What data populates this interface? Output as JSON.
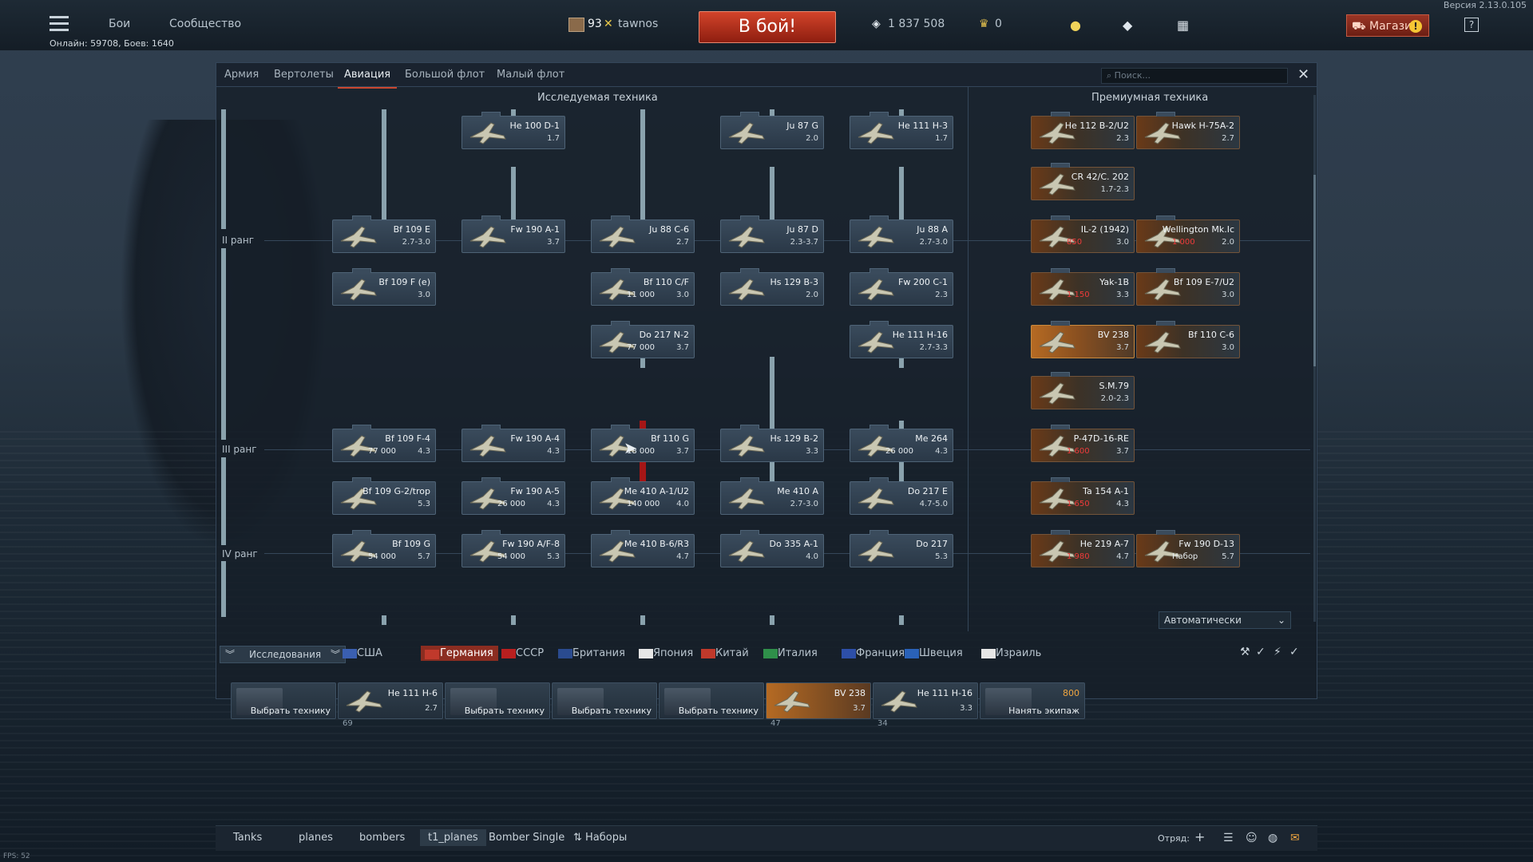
{
  "topbar": {
    "version": "Версия 2.13.0.105",
    "nav_battles": "Бои",
    "nav_community": "Сообщество",
    "player_level": "93",
    "player_name": "tawnos",
    "battle_button": "В бой!",
    "silver": "1 837 508",
    "golden": "0",
    "store": "Магазин",
    "online": "Онлайн: 59708, Боев: 1640"
  },
  "window": {
    "tabs": [
      "Армия",
      "Вертолеты",
      "Авиация",
      "Большой флот",
      "Малый флот"
    ],
    "search_placeholder": "Поиск...",
    "researched_header": "Исследуемая техника",
    "premium_header": "Премиумная техника",
    "rank2": "II ранг",
    "rank3": "III ранг",
    "rank4": "IV ранг",
    "auto_select": "Автоматически",
    "research_tab": "Исследования"
  },
  "vehicles": [
    {
      "name": "He 100 D-1",
      "br": "1.7",
      "cost": ""
    },
    {
      "name": "Ju 87 G",
      "br": "2.0",
      "cost": ""
    },
    {
      "name": "He 111 H-3",
      "br": "1.7",
      "cost": ""
    },
    {
      "name": "Bf 109 E",
      "br": "2.7-3.0",
      "cost": ""
    },
    {
      "name": "Fw 190 A-1",
      "br": "3.7",
      "cost": ""
    },
    {
      "name": "Ju 88 C-6",
      "br": "2.7",
      "cost": ""
    },
    {
      "name": "Ju 87 D",
      "br": "2.3-3.7",
      "cost": ""
    },
    {
      "name": "Ju 88 A",
      "br": "2.7-3.0",
      "cost": ""
    },
    {
      "name": "Bf 109 F (e)",
      "br": "3.0",
      "cost": ""
    },
    {
      "name": "Bf 110 C/F",
      "br": "3.0",
      "cost": "11 000"
    },
    {
      "name": "Hs 129 B-3",
      "br": "2.0",
      "cost": ""
    },
    {
      "name": "Fw 200 C-1",
      "br": "2.3",
      "cost": ""
    },
    {
      "name": "Do 217 N-2",
      "br": "3.7",
      "cost": "77 000"
    },
    {
      "name": "He 111 H-16",
      "br": "2.7-3.3",
      "cost": ""
    },
    {
      "name": "Bf 109 F-4",
      "br": "4.3",
      "cost": "77 000"
    },
    {
      "name": "Fw 190 A-4",
      "br": "4.3",
      "cost": ""
    },
    {
      "name": "Bf 110 G",
      "br": "3.7",
      "cost": "18 000"
    },
    {
      "name": "Hs 129 B-2",
      "br": "3.3",
      "cost": ""
    },
    {
      "name": "Me 264",
      "br": "4.3",
      "cost": "26 000"
    },
    {
      "name": "Bf 109 G-2/trop",
      "br": "5.3",
      "cost": ""
    },
    {
      "name": "Fw 190 A-5",
      "br": "4.3",
      "cost": "26 000"
    },
    {
      "name": "Me 410 A-1/U2",
      "br": "4.0",
      "cost": "140 000"
    },
    {
      "name": "Me 410 A",
      "br": "2.7-3.0",
      "cost": ""
    },
    {
      "name": "Do 217 E",
      "br": "4.7-5.0",
      "cost": ""
    },
    {
      "name": "Bf 109 G",
      "br": "5.7",
      "cost": "54 000"
    },
    {
      "name": "Fw 190 A/F-8",
      "br": "5.3",
      "cost": "54 000"
    },
    {
      "name": "Me 410 B-6/R3",
      "br": "4.7",
      "cost": ""
    },
    {
      "name": "Do 335 A-1",
      "br": "4.0",
      "cost": ""
    },
    {
      "name": "Do 217",
      "br": "5.3",
      "cost": ""
    }
  ],
  "premium": [
    {
      "name": "He 112 B-2/U2",
      "br": "2.3",
      "cost": ""
    },
    {
      "name": "Hawk H-75A-2",
      "br": "2.7",
      "cost": ""
    },
    {
      "name": "CR 42/C. 202",
      "br": "1.7-2.3",
      "cost": ""
    },
    {
      "name": "IL-2 (1942)",
      "br": "3.0",
      "cost": "850"
    },
    {
      "name": "Wellington Mk.Ic",
      "br": "2.0",
      "cost": "1 000"
    },
    {
      "name": "Yak-1B",
      "br": "3.3",
      "cost": "1 150"
    },
    {
      "name": "Bf 109 E-7/U2",
      "br": "3.0",
      "cost": ""
    },
    {
      "name": "BV 238",
      "br": "3.7",
      "cost": ""
    },
    {
      "name": "Bf 110 C-6",
      "br": "3.0",
      "cost": ""
    },
    {
      "name": "S.M.79",
      "br": "2.0-2.3",
      "cost": ""
    },
    {
      "name": "P-47D-16-RE",
      "br": "3.7",
      "cost": "1 600"
    },
    {
      "name": "Ta 154 A-1",
      "br": "4.3",
      "cost": "1 650"
    },
    {
      "name": "He 219 A-7",
      "br": "4.7",
      "cost": "1 980"
    },
    {
      "name": "Fw 190 D-13",
      "br": "5.7",
      "cost": "Набор"
    }
  ],
  "nations": [
    "США",
    "Германия",
    "СССР",
    "Британия",
    "Япония",
    "Китай",
    "Италия",
    "Франция",
    "Швеция",
    "Израиль"
  ],
  "crew": [
    {
      "label": "Выбрать технику"
    },
    {
      "name": "He 111 H-6",
      "br": "2.7",
      "count": "69"
    },
    {
      "label": "Выбрать технику"
    },
    {
      "label": "Выбрать технику"
    },
    {
      "label": "Выбрать технику"
    },
    {
      "name": "BV 238",
      "br": "3.7",
      "count": "47"
    },
    {
      "name": "He 111 H-16",
      "br": "3.3",
      "count": "34"
    },
    {
      "label": "Нанять экипаж",
      "cost": "800"
    }
  ],
  "presets": [
    "Tanks",
    "planes",
    "bombers",
    "t1_planes",
    "Bomber Single",
    "Наборы"
  ],
  "squad_label": "Отряд:",
  "fps": "FPS: 52"
}
